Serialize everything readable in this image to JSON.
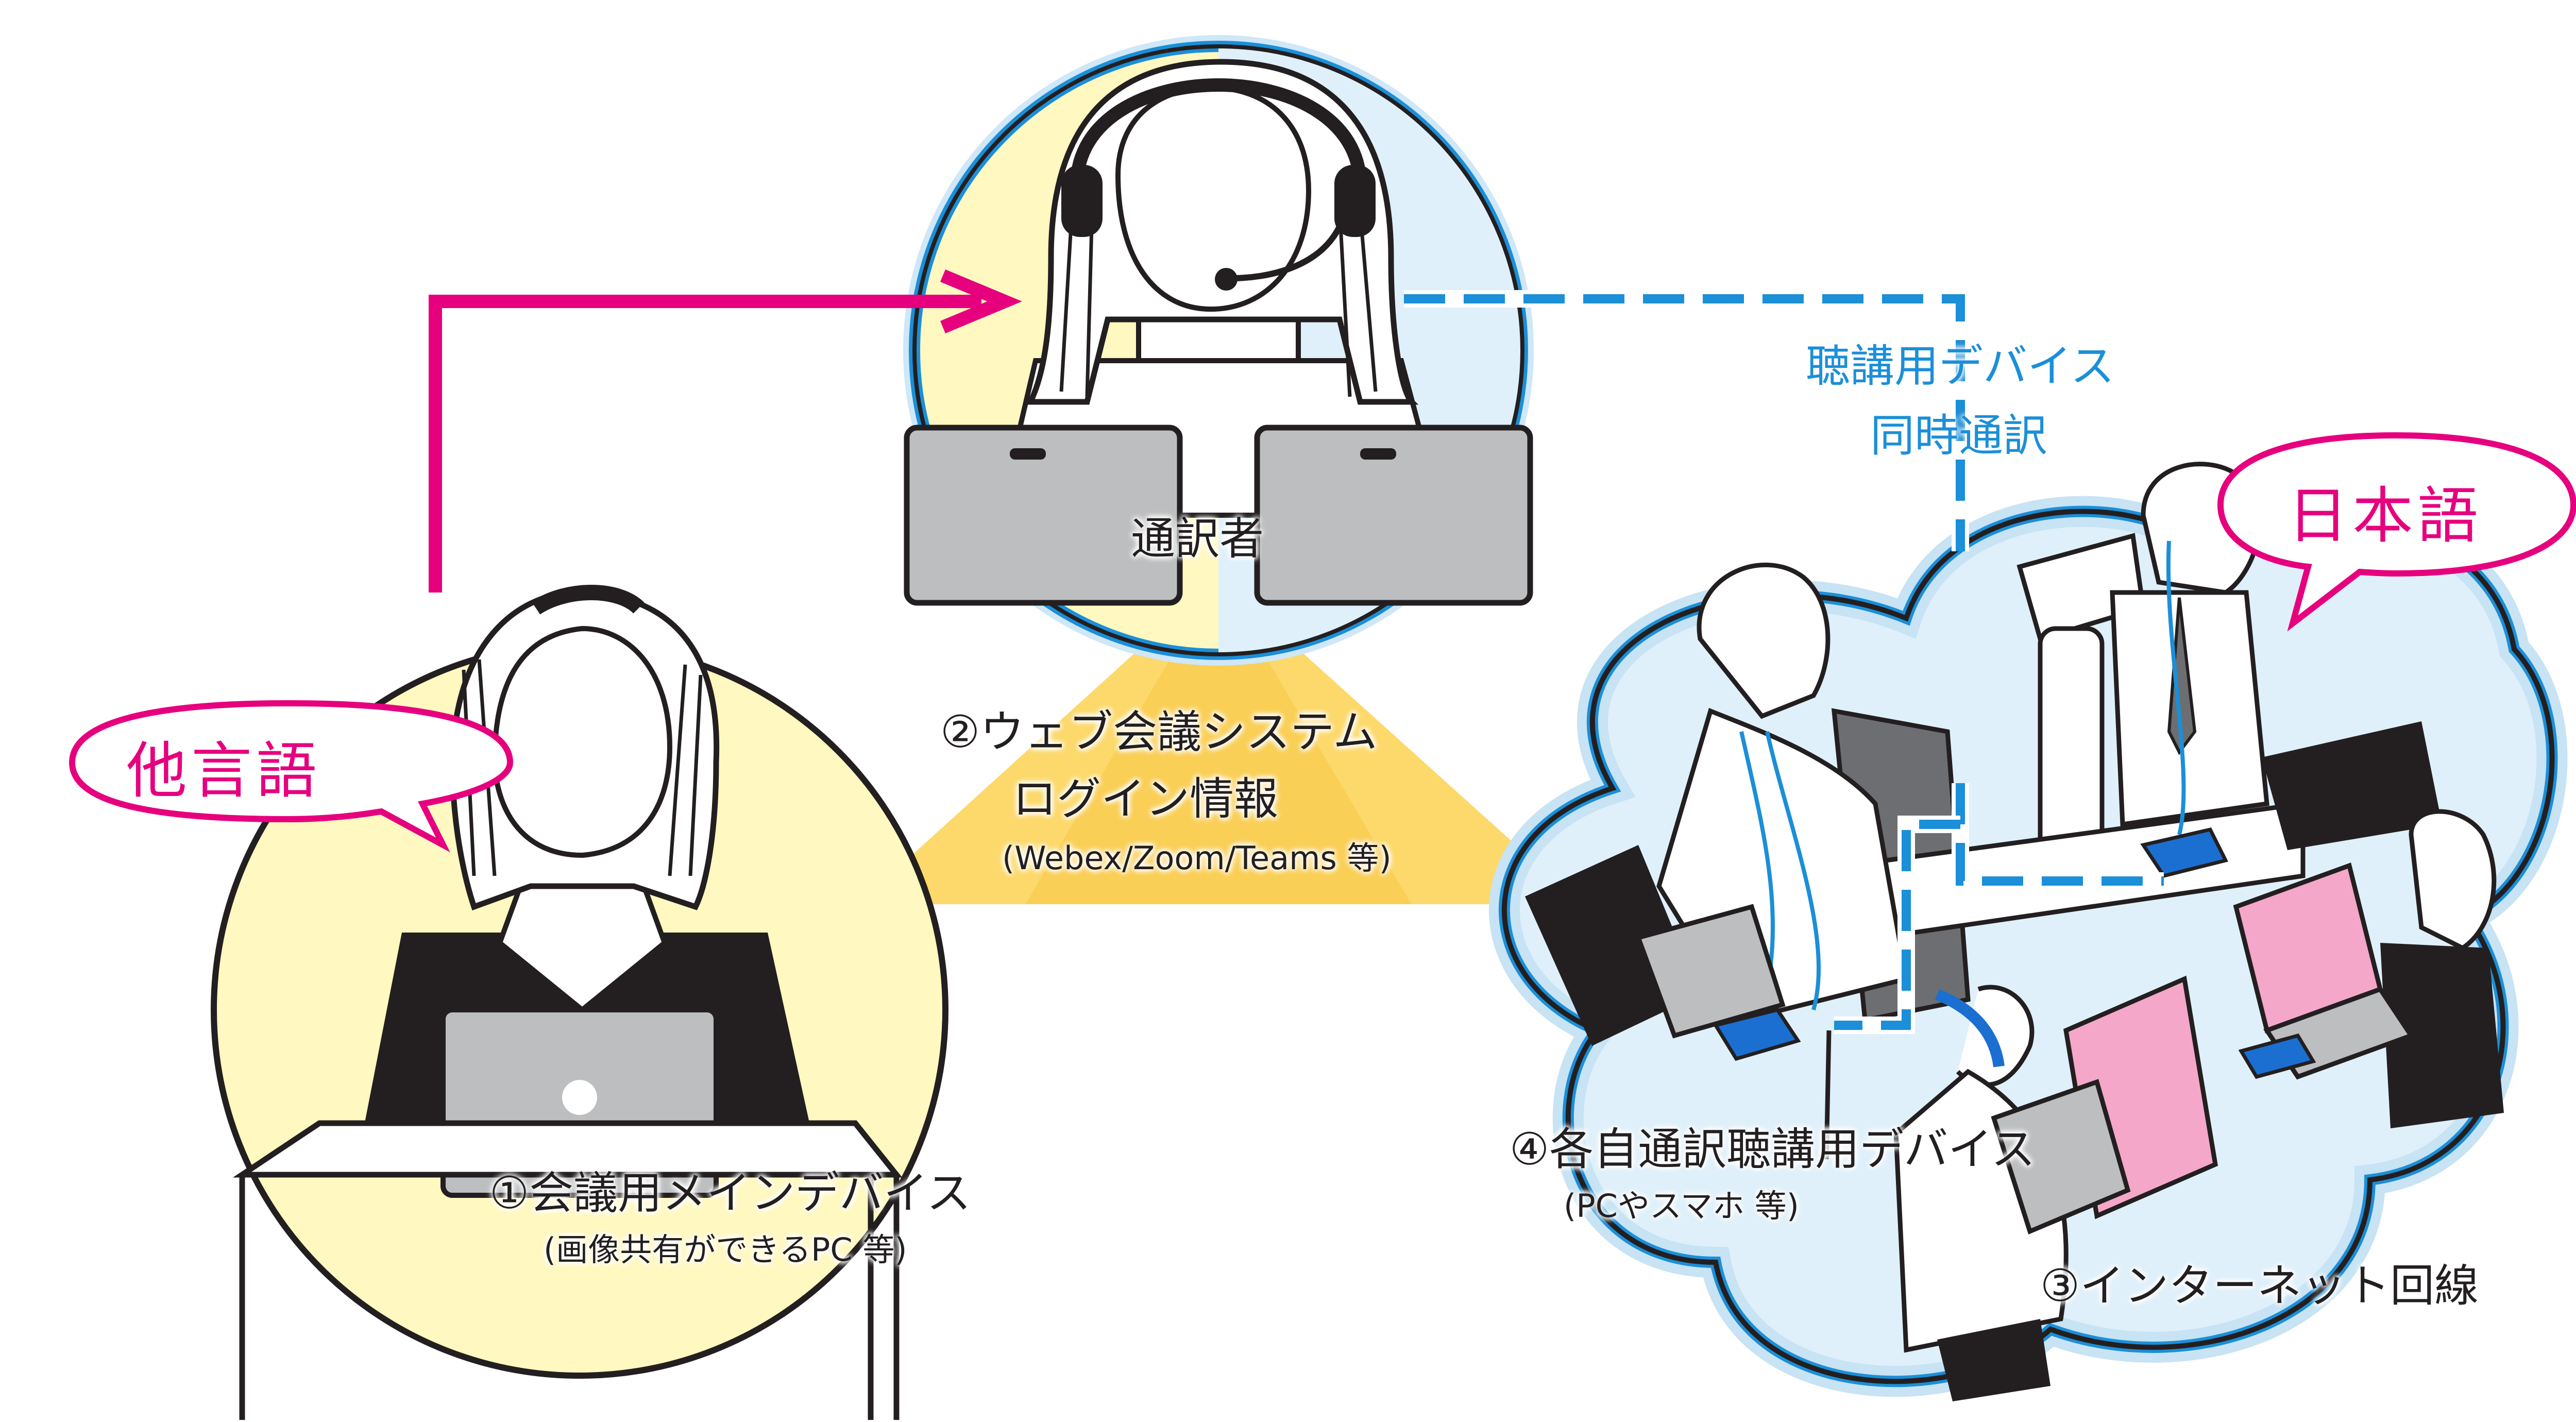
{
  "bubbles": {
    "left": "他言語",
    "right": "日本語"
  },
  "labels": {
    "interpreter": "通訳者",
    "item1_main": "①会議用メインデバイス",
    "item1_sub": "(画像共有ができるPC 等)",
    "item2_line1": "②ウェブ会議システム",
    "item2_line2": "ログイン情報",
    "item2_sub": "(Webex/Zoom/Teams 等)",
    "item3": "③インターネット回線",
    "item4_main": "④各自通訳聴講用デバイス",
    "item4_sub": "(PCやスマホ 等)",
    "listen_line1": "聴講用デバイス",
    "listen_line2": "同時通訳"
  },
  "colors": {
    "magenta": "#e6007e",
    "blue": "#1b8fd8",
    "light_blue": "#dff0fa",
    "cream": "#fff8c0",
    "gold": "#fcd96a",
    "gray_laptop": "#bcbec0",
    "pink_screen": "#f4a7c8",
    "dark": "#231f20"
  },
  "icons": {
    "interpreter": "headset-person-icon",
    "presenter": "person-laptop-icon",
    "listeners": "listeners-group-icon"
  }
}
